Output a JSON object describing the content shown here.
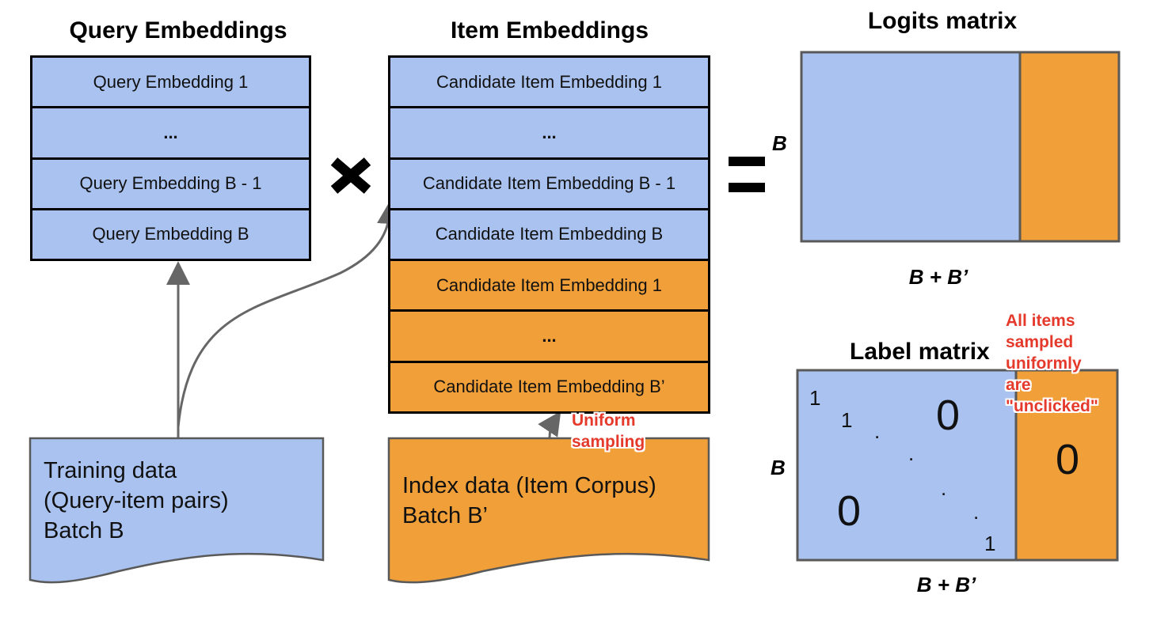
{
  "query_section": {
    "title": "Query Embeddings",
    "rows": [
      "Query Embedding 1",
      "...",
      "Query Embedding B - 1",
      "Query Embedding B"
    ]
  },
  "item_section": {
    "title": "Item Embeddings",
    "rows_in_batch": [
      "Candidate Item Embedding 1",
      "...",
      "Candidate Item Embedding B - 1",
      "Candidate Item Embedding B"
    ],
    "rows_sampled": [
      "Candidate Item Embedding 1",
      "...",
      "Candidate Item Embedding B’"
    ]
  },
  "training_doc": {
    "lines": [
      "Training data",
      "(Query-item pairs)",
      "Batch B"
    ]
  },
  "index_doc": {
    "lines": [
      "Index data (Item Corpus)",
      "Batch B’"
    ]
  },
  "uniform_sampling_note": [
    "Uniform",
    "sampling"
  ],
  "logits_matrix": {
    "title": "Logits matrix",
    "row_label": "B",
    "col_label": "B + B’"
  },
  "label_matrix": {
    "title": "Label matrix",
    "row_label": "B",
    "col_label": "B + B’",
    "diag_one": "1",
    "dot": ".",
    "zero": "0",
    "note": [
      "All items",
      "sampled",
      "uniformly",
      "are",
      "\"unclicked\""
    ]
  },
  "colors": {
    "blue": "#a9c2ef",
    "orange": "#f19f38",
    "border_dark": "#000000",
    "border_gray": "#595959",
    "arrow_gray": "#666666",
    "note_red": "#e53a2b"
  }
}
